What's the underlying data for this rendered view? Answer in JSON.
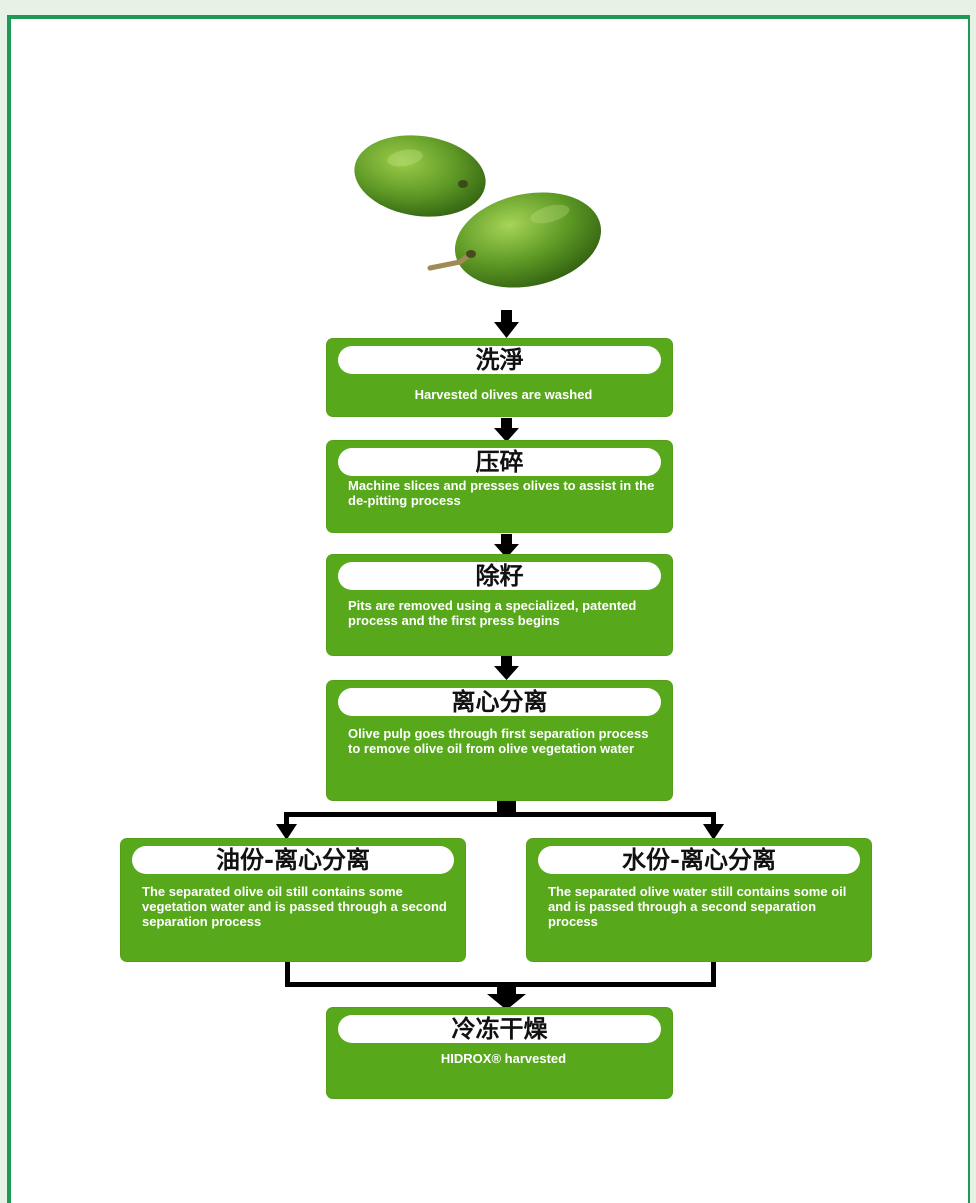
{
  "steps": [
    {
      "id": "wash",
      "title": "洗淨",
      "desc": "Harvested olives are washed"
    },
    {
      "id": "crush",
      "title": "压碎",
      "desc": "Machine slices and presses olives to assist in the de-pitting process"
    },
    {
      "id": "pit",
      "title": "除籽",
      "desc": "Pits are removed using a specialized, patented process and the first press begins"
    },
    {
      "id": "centrifuge",
      "title": "离心分离",
      "desc": "Olive pulp goes through first separation process to remove olive oil from olive vegetation water"
    },
    {
      "id": "oil",
      "title": "油份-离心分离",
      "desc": "The separated olive oil still contains some vegetation water and is passed through a second separation process"
    },
    {
      "id": "water",
      "title": "水份-离心分离",
      "desc": "The separated olive water still contains some oil and is passed through a second separation process"
    },
    {
      "id": "freeze",
      "title": "冷冻干燥",
      "desc": "HIDROX® harvested"
    }
  ],
  "colors": {
    "frame": "#1f9a56",
    "box": "#58a81c",
    "arrow": "#000000"
  }
}
